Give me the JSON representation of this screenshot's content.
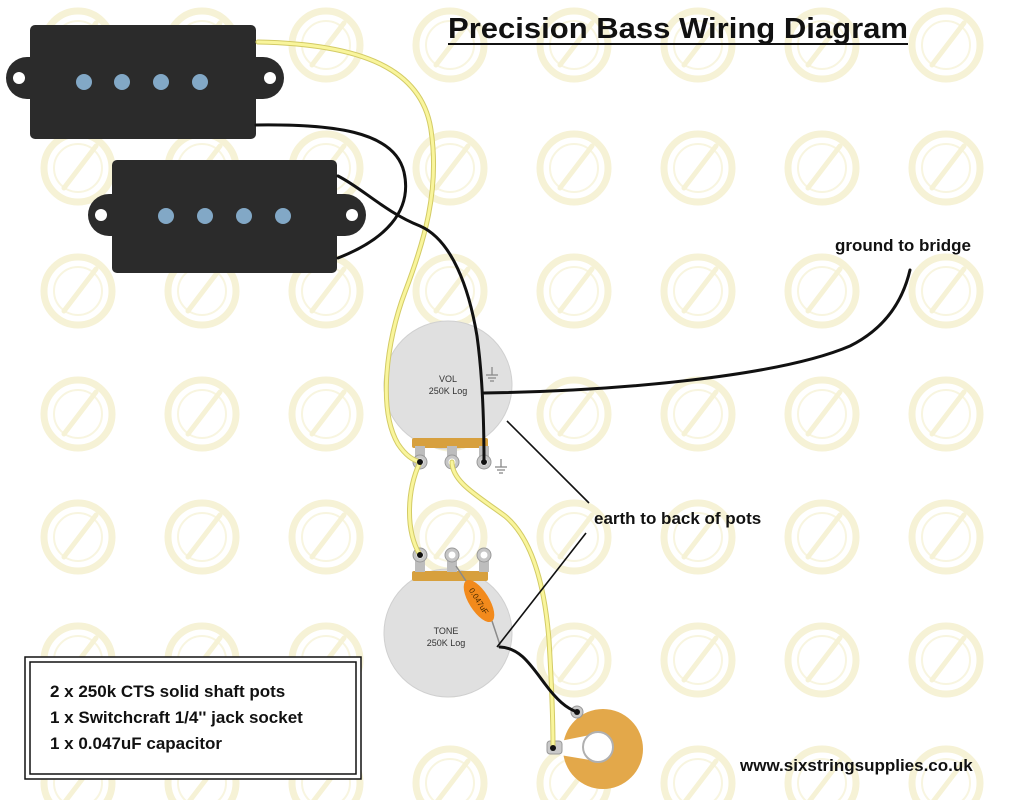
{
  "title": "Precision Bass Wiring Diagram",
  "annotations": {
    "ground_to_bridge": "ground to bridge",
    "earth_to_back_of_pots": "earth to back of pots"
  },
  "volume_pot": {
    "name": "VOL",
    "value": "250K Log"
  },
  "tone_pot": {
    "name": "TONE",
    "value": "250K Log"
  },
  "capacitor": {
    "value": "0.047uF"
  },
  "parts_list": [
    "2 x 250k CTS solid shaft pots",
    "1 x Switchcraft 1/4'' jack socket",
    "1 x 0.047uF capacitor"
  ],
  "website": "www.sixstringsupplies.co.uk",
  "icons": {
    "ground": "ground-icon"
  },
  "colors": {
    "pickup": "#2b2b2b",
    "pole_piece": "#82a8c6",
    "pot_body": "#e0e0e0",
    "pot_strip": "#d7a03e",
    "jack": "#e3a84a",
    "capacitor": "#f28a1c",
    "hot_wire": "#f9f59c",
    "hot_wire_outline": "#d3cb66",
    "ground_wire": "#111111",
    "watermark": "#f6f2d6"
  }
}
